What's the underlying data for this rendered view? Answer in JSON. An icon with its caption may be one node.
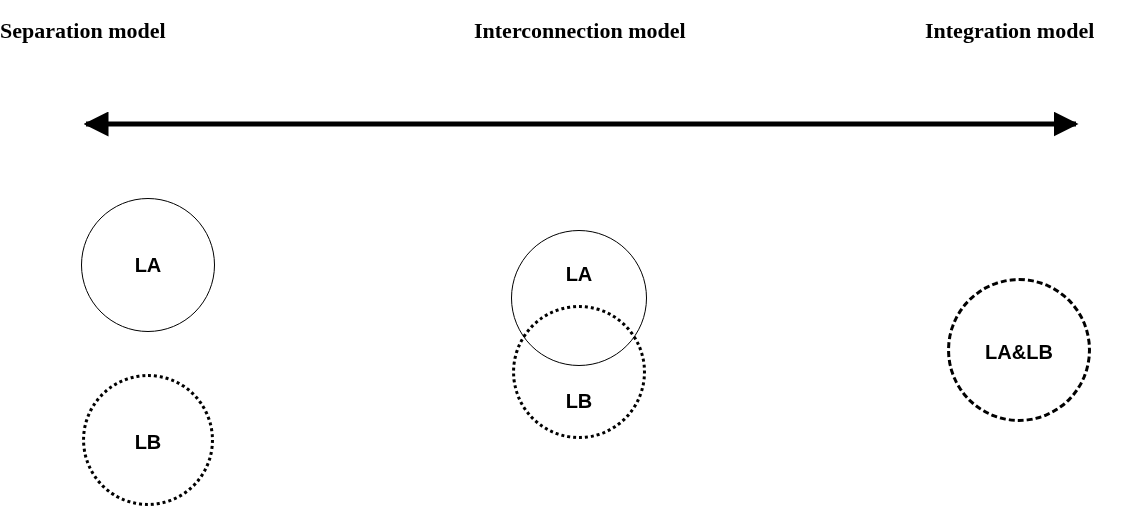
{
  "diagram": {
    "nodes": [
      {
        "text": [
          "LA"
        ]
      },
      {
        "text": [
          "LB"
        ]
      },
      {
        "text": [
          "LA"
        ]
      },
      {
        "text": [
          "LB"
        ]
      },
      {
        "text": [
          "LA&LB"
        ]
      }
    ],
    "labels": [
      "Separation model",
      "Interconnection model",
      "Integration model"
    ]
  }
}
